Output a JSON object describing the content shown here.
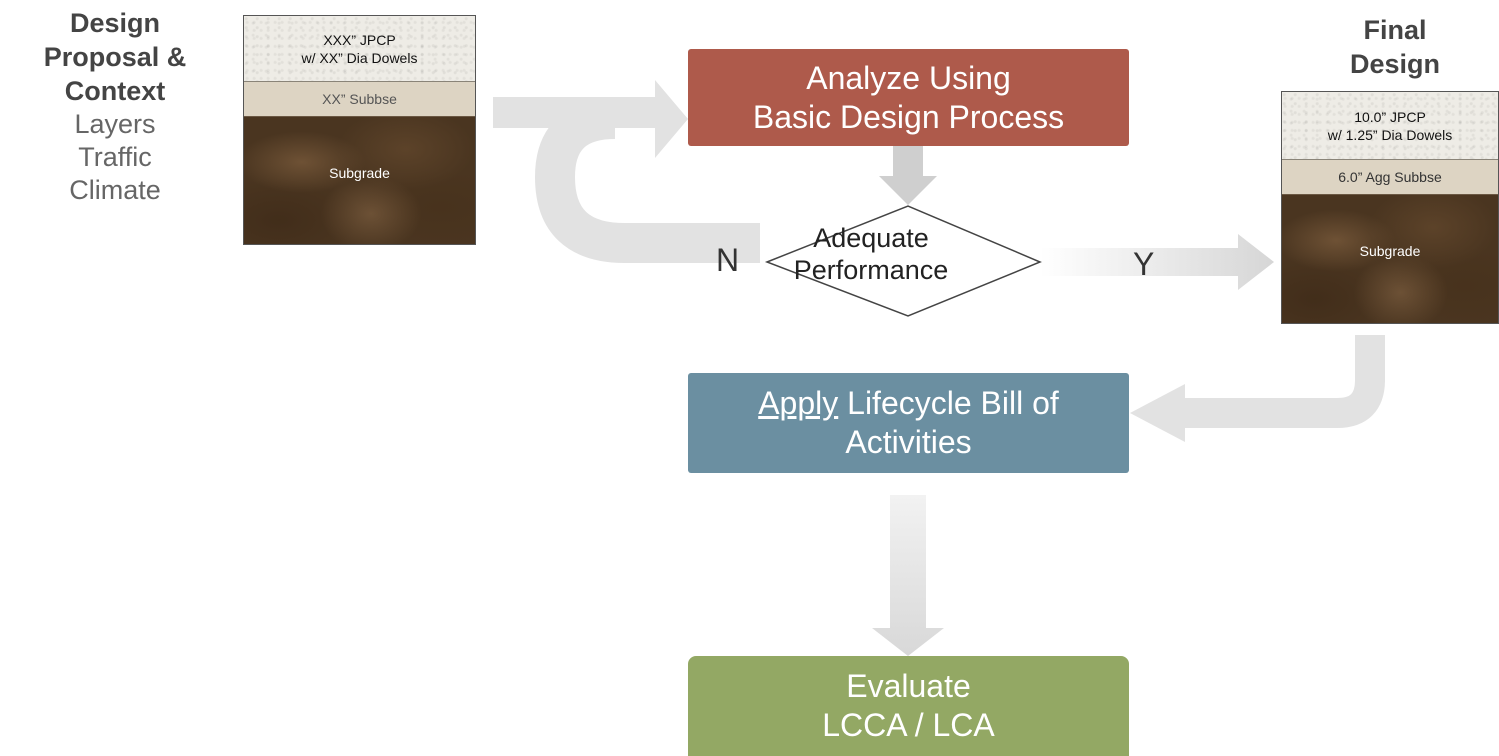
{
  "left_header": {
    "title_lines": [
      "Design",
      "Proposal &",
      "Context"
    ],
    "items": [
      "Layers",
      "Traffic",
      "Climate"
    ]
  },
  "proposal_section": {
    "pcc_line1": "XXX” JPCP",
    "pcc_line2": "w/ XX” Dia Dowels",
    "subbase": "XX” Subbse",
    "subgrade": "Subgrade"
  },
  "final_header": {
    "title_lines": [
      "Final",
      "Design"
    ]
  },
  "final_section": {
    "pcc_line1": "10.0” JPCP",
    "pcc_line2": "w/ 1.25” Dia Dowels",
    "subbase": "6.0” Agg Subbse",
    "subgrade": "Subgrade"
  },
  "flow": {
    "analyze_line1": "Analyze Using",
    "analyze_line2": "Basic Design Process",
    "decision_line1": "Adequate",
    "decision_line2": "Performance",
    "no_label": "N",
    "yes_label": "Y",
    "apply_word": "Apply",
    "apply_rest": " Lifecycle Bill of",
    "apply_line2": "Activities",
    "evaluate_line1": "Evaluate",
    "evaluate_line2": "LCCA / LCA"
  },
  "colors": {
    "analyze": "#ae5a4b",
    "apply": "#6b8fa1",
    "evaluate": "#93a864",
    "arrow": "#e2e2e2"
  }
}
